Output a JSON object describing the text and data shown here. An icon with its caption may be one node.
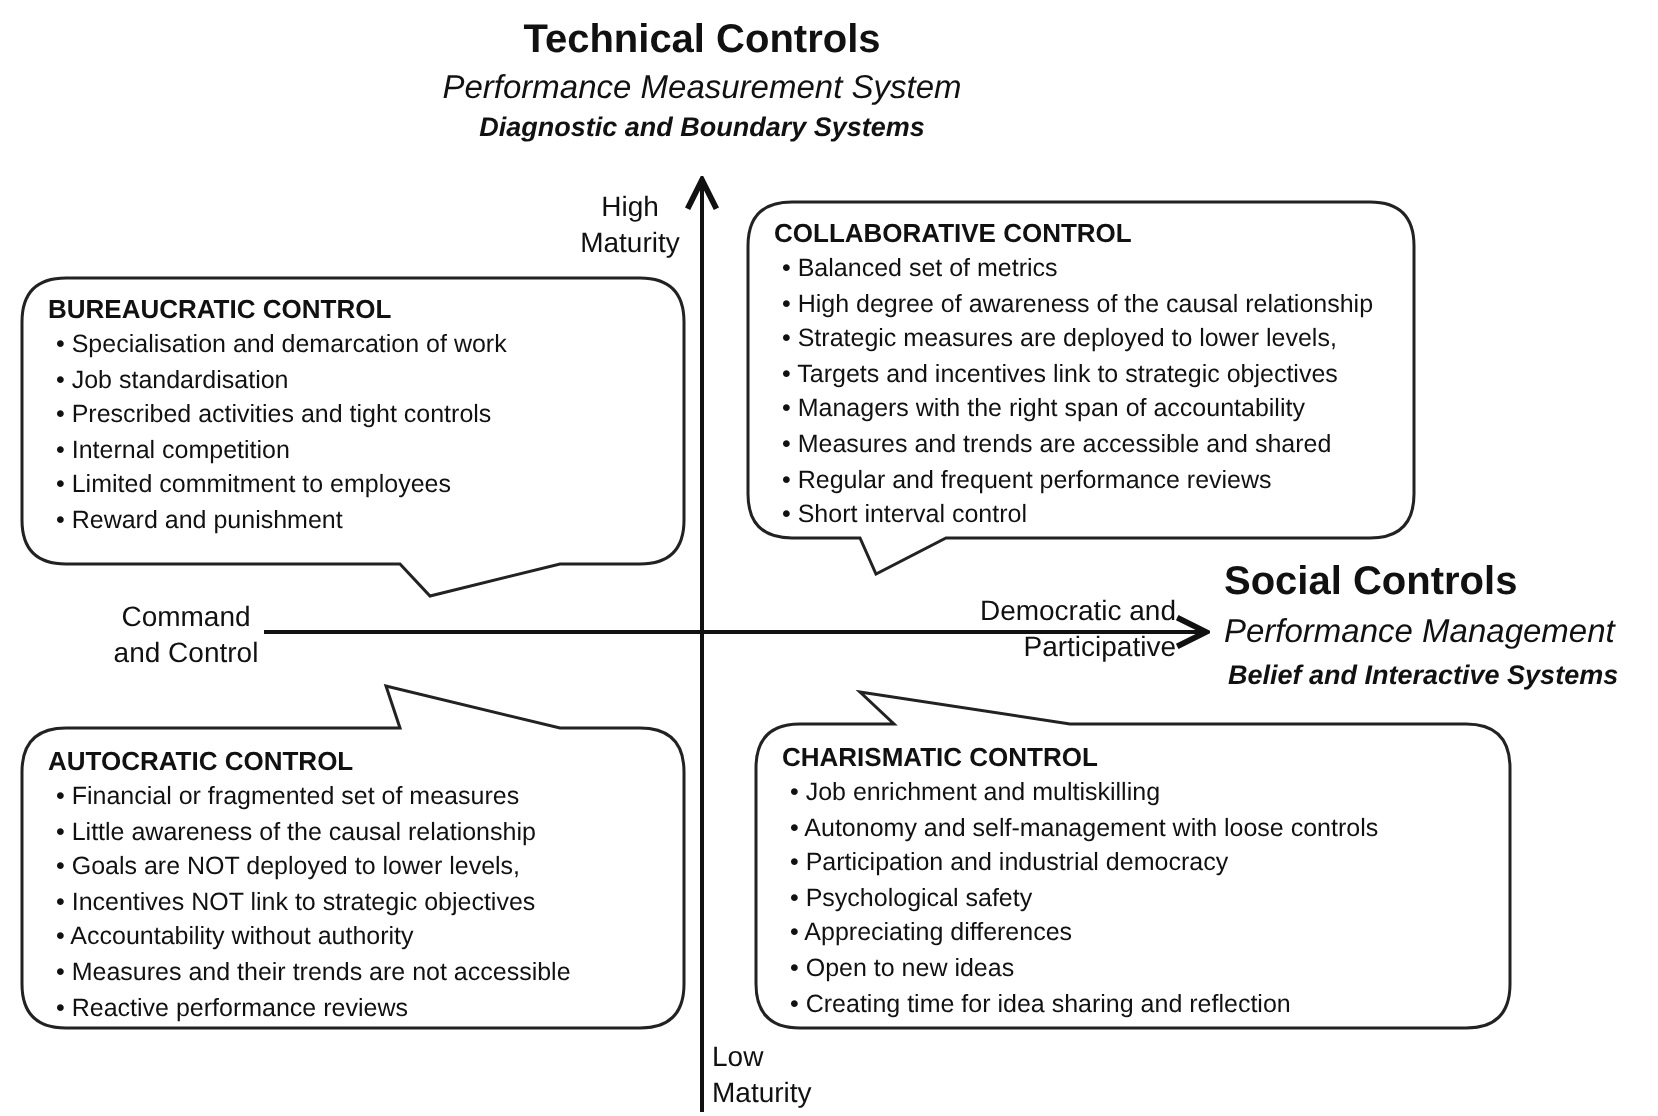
{
  "diagram": {
    "nodes": [
      {
        "text": [
          "BUREAUCRATIC CONTROL",
          "• Specialisation and demarcation of work",
          "• Job standardisation",
          "• Prescribed activities and tight controls",
          "• Internal competition",
          "• Limited commitment to employees",
          "• Reward and punishment"
        ]
      },
      {
        "text": [
          "COLLABORATIVE CONTROL",
          "• Balanced set of metrics",
          "• High degree of awareness of the causal relationship",
          "• Strategic measures are deployed to lower levels,",
          "• Targets and incentives link to strategic objectives",
          "• Managers with the right span of accountability",
          "• Measures and trends are accessible and shared",
          "• Regular and frequent performance reviews",
          "• Short interval control"
        ]
      },
      {
        "text": [
          "AUTOCRATIC CONTROL",
          "• Financial or fragmented set of measures",
          "• Little awareness of the causal relationship",
          "• Goals are NOT deployed to lower levels,",
          "• Incentives NOT link to strategic objectives",
          "• Accountability without authority",
          "• Measures and their trends are not accessible",
          "• Reactive performance reviews"
        ]
      },
      {
        "text": [
          "CHARISMATIC CONTROL",
          "• Job enrichment and multiskilling",
          "• Autonomy and self-management with loose controls",
          "• Participation and industrial democracy",
          "• Psychological safety",
          "• Appreciating differences",
          "• Open to new ideas",
          "• Creating time for idea sharing and reflection"
        ]
      }
    ],
    "labels": [
      "Technical Controls",
      "Performance Measurement System",
      "Diagnostic and Boundary Systems",
      "High Maturity",
      "Command and Control",
      "Democratic and Participative",
      "Social Controls",
      "Performance Management",
      "Belief and Interactive Systems",
      "Low Maturity"
    ]
  }
}
